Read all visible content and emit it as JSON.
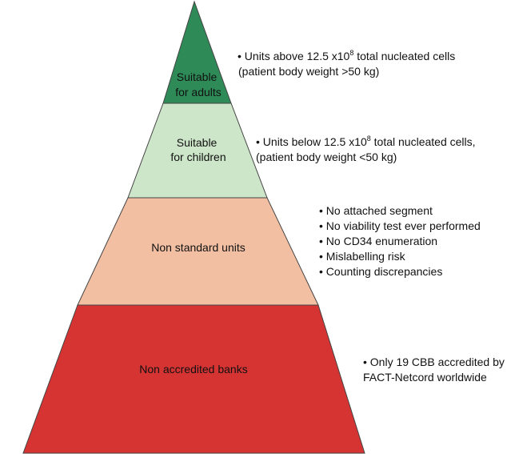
{
  "tiers": [
    {
      "id": "adults",
      "label_lines": [
        "Suitable",
        "for adults"
      ],
      "color": "#2e8b57"
    },
    {
      "id": "children",
      "label_lines": [
        "Suitable",
        "for children"
      ],
      "color": "#cde6c9"
    },
    {
      "id": "nonstandard",
      "label_lines": [
        "Non standard units"
      ],
      "color": "#f2bfa3"
    },
    {
      "id": "nonaccredited",
      "label_lines": [
        "Non accredited banks"
      ],
      "color": "#d63333"
    }
  ],
  "notes": {
    "adults": {
      "bullet": "•",
      "line1_pre": "Units above 12.5 x10",
      "line1_sup": "8",
      "line1_post": " total nucleated cells",
      "line2": "(patient body weight >50 kg)"
    },
    "children": {
      "bullet": "•",
      "line1_pre": "Units below 12.5 x10",
      "line1_sup": "8",
      "line1_post": " total nucleated cells,",
      "line2": "(patient body weight <50 kg)"
    },
    "nonstandard": {
      "bullet": "•",
      "items": [
        "No attached segment",
        "No viability test ever performed",
        "No CD34 enumeration",
        "Mislabelling risk",
        "Counting discrepancies"
      ]
    },
    "nonaccredited": {
      "bullet": "•",
      "line1": "Only 19 CBB accredited by",
      "line2": "FACT-Netcord worldwide"
    }
  }
}
